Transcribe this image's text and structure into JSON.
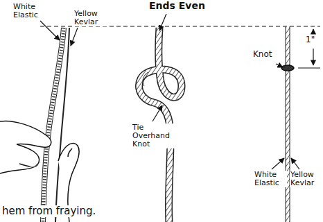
{
  "diagram": {
    "labels": [
      "White Elastic",
      "Yellow Kevlar",
      "Ends Even",
      "Tie Overhand Knot",
      "Knot",
      "1\"",
      "White Elastic",
      "Yellow Kevlar",
      "hem from fraying."
    ]
  }
}
